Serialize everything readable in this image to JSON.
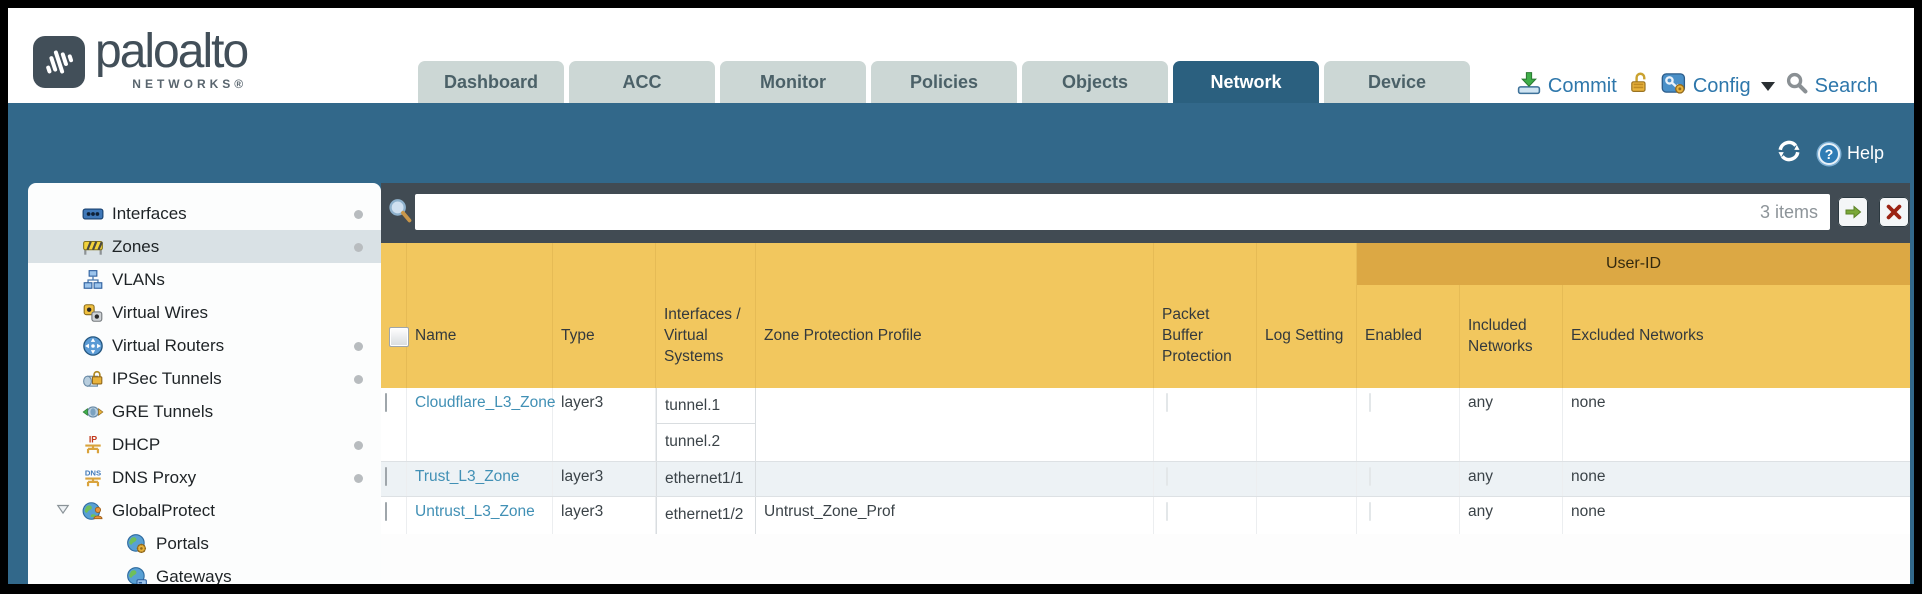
{
  "brand": {
    "name": "paloalto",
    "subtitle": "NETWORKS®"
  },
  "tabs": [
    {
      "label": "Dashboard",
      "active": false
    },
    {
      "label": "ACC",
      "active": false
    },
    {
      "label": "Monitor",
      "active": false
    },
    {
      "label": "Policies",
      "active": false
    },
    {
      "label": "Objects",
      "active": false
    },
    {
      "label": "Network",
      "active": true
    },
    {
      "label": "Device",
      "active": false
    }
  ],
  "utility": {
    "commit": "Commit",
    "config": "Config",
    "search": "Search",
    "help": "Help"
  },
  "filter": {
    "value": "",
    "count_text": "3 items"
  },
  "sidebar": {
    "items": [
      {
        "label": "Interfaces",
        "dot": true
      },
      {
        "label": "Zones",
        "dot": true,
        "selected": true
      },
      {
        "label": "VLANs"
      },
      {
        "label": "Virtual Wires"
      },
      {
        "label": "Virtual Routers",
        "dot": true
      },
      {
        "label": "IPSec Tunnels",
        "dot": true
      },
      {
        "label": "GRE Tunnels"
      },
      {
        "label": "DHCP",
        "dot": true
      },
      {
        "label": "DNS Proxy",
        "dot": true
      },
      {
        "label": "GlobalProtect",
        "expanded": true
      },
      {
        "label": "Portals",
        "child": true
      },
      {
        "label": "Gateways",
        "child": true
      }
    ]
  },
  "table": {
    "group_header": "User-ID",
    "columns": [
      "Name",
      "Type",
      "Interfaces / Virtual Systems",
      "Zone Protection Profile",
      "Packet Buffer Protection",
      "Log Setting",
      "Enabled",
      "Included Networks",
      "Excluded Networks"
    ],
    "rows": [
      {
        "name": "Cloudflare_L3_Zone",
        "type": "layer3",
        "interfaces": [
          "tunnel.1",
          "tunnel.2"
        ],
        "zone_protection_profile": "",
        "log_setting": "",
        "included_networks": "any",
        "excluded_networks": "none"
      },
      {
        "name": "Trust_L3_Zone",
        "type": "layer3",
        "interfaces": [
          "ethernet1/1"
        ],
        "zone_protection_profile": "",
        "log_setting": "",
        "included_networks": "any",
        "excluded_networks": "none"
      },
      {
        "name": "Untrust_L3_Zone",
        "type": "layer3",
        "interfaces": [
          "ethernet1/2"
        ],
        "zone_protection_profile": "Untrust_Zone_Prof",
        "log_setting": "",
        "included_networks": "any",
        "excluded_networks": "none"
      }
    ]
  },
  "icons": [
    "paloalto-logo",
    "commit-icon",
    "unlock-icon",
    "config-icon",
    "search-icon",
    "refresh-icon",
    "help-icon",
    "filter-search-icon",
    "apply-filter-icon",
    "clear-filter-icon"
  ],
  "colors": {
    "teal": "#32688a",
    "slate": "#414b53",
    "header_gold": "#f2c75e",
    "group_gold": "#dca844",
    "link": "#4190b5",
    "tab_active": "#2b607f",
    "tab_inactive": "#ccd7d5",
    "alt_row": "#edf2f5"
  }
}
